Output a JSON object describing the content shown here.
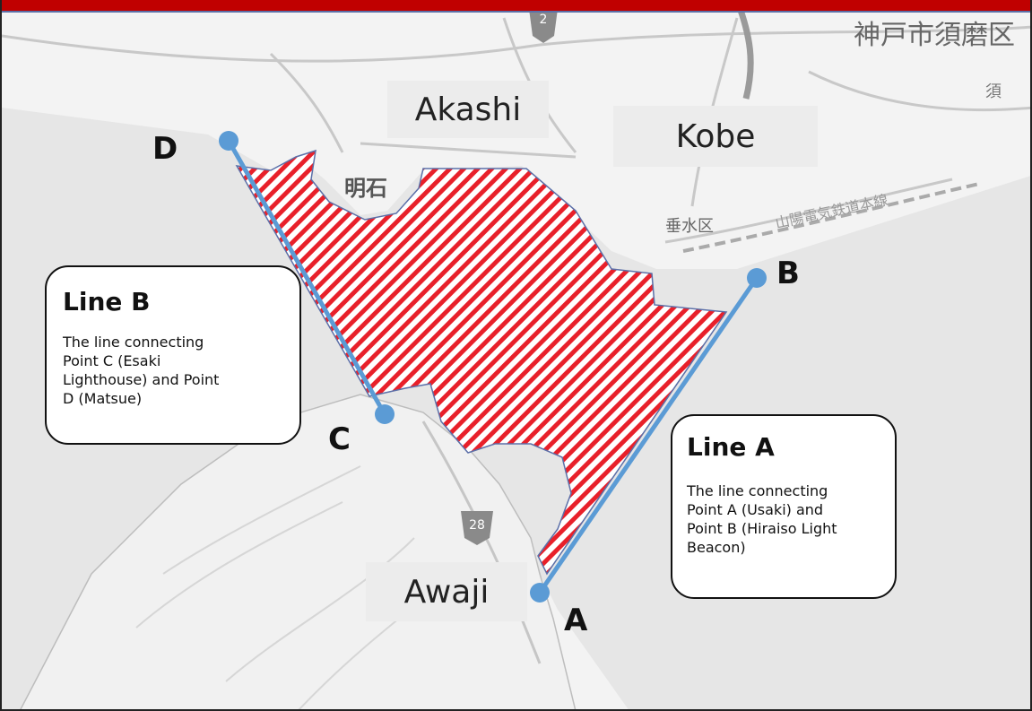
{
  "places": {
    "akashi": "Akashi",
    "kobe": "Kobe",
    "awaji": "Awaji"
  },
  "map_text": {
    "kobe_suma": "神戸市須磨区",
    "suma_short": "須",
    "akashi_jp": "明石",
    "tarumi": "垂水区",
    "sanyo_railway": "山陽電気鉄道本線",
    "route_2": "2",
    "route_28": "28"
  },
  "points": {
    "a": "A",
    "b": "B",
    "c": "C",
    "d": "D"
  },
  "line_b": {
    "title": "Line B",
    "desc_lines": [
      "The line connecting",
      "Point C (Esaki",
      "Lighthouse) and Point",
      "D (Matsue)"
    ]
  },
  "line_a": {
    "title": "Line A",
    "desc_lines": [
      "The line connecting",
      "Point A (Usaki) and",
      "Point B (Hiraiso Light",
      "Beacon)"
    ]
  },
  "colors": {
    "header_bar": "#c00000",
    "hatch_red": "#e8202a",
    "line_blue": "#5b9bd5",
    "land": "#f3f3f3",
    "water": "#e6e6e6"
  }
}
